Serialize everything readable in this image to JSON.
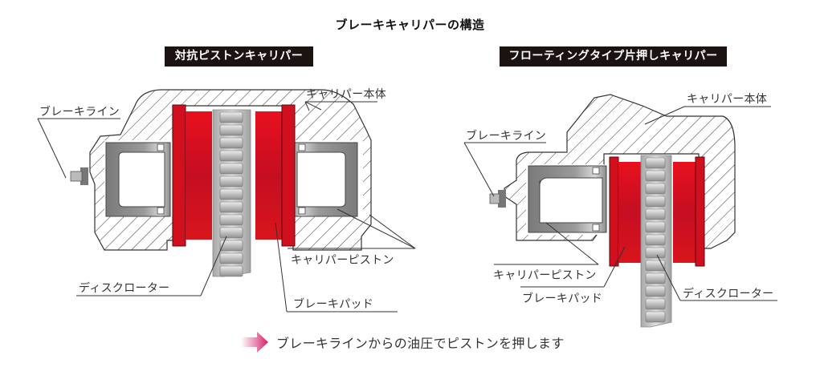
{
  "title": "ブレーキキャリパーの構造",
  "left_diagram": {
    "section_label": "対抗ピストンキャリパー",
    "labels": {
      "brake_line": "ブレーキライン",
      "caliper_body": "キャリパー本体",
      "caliper_piston": "キャリパーピストン",
      "disc_rotor": "ディスクローター",
      "brake_pad": "ブレーキパッド"
    }
  },
  "right_diagram": {
    "section_label": "フローティングタイプ片押しキャリパー",
    "labels": {
      "brake_line": "ブレーキライン",
      "caliper_body": "キャリパー本体",
      "caliper_piston": "キャリパーピストン",
      "brake_pad": "ブレーキパッド",
      "disc_rotor": "ディスクローター"
    }
  },
  "footer": {
    "icon": "arrow-right-icon",
    "text": "ブレーキラインからの油圧でピストンを押します"
  },
  "colors": {
    "pad_red": "#d0101e",
    "pad_dark_red": "#b00d1a",
    "rotor_gray": "#b8b8b8",
    "piston_gray": "#8a8a8a",
    "label_bg": "#1b1311",
    "arrow_pink": "#d81b6a"
  }
}
